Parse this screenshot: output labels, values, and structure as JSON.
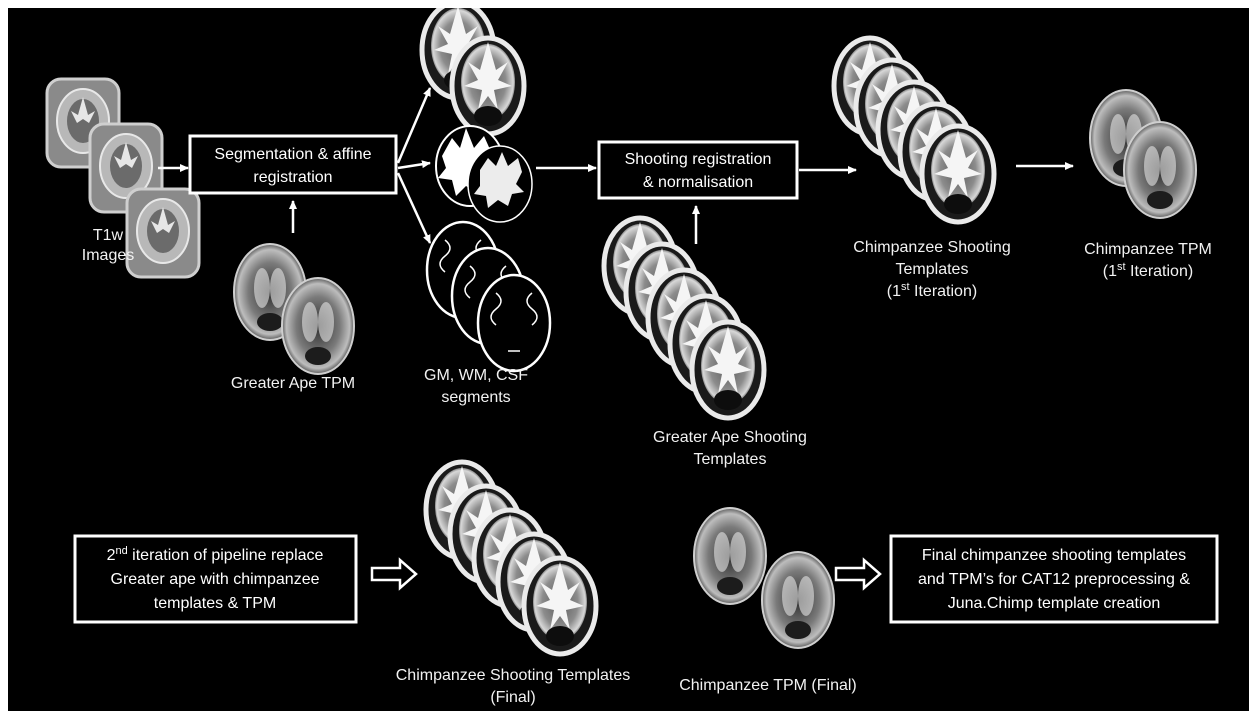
{
  "colors": {
    "background": "#000000",
    "foreground": "#ffffff",
    "image_bg": "#ffffff"
  },
  "t1w": {
    "label_line1": "T1w",
    "label_line2": "Images"
  },
  "seg_box": {
    "line1": "Segmentation & affine",
    "line2": "registration"
  },
  "greater_ape_tpm": {
    "label": "Greater Ape TPM"
  },
  "segments": {
    "label_line1": "GM, WM, CSF",
    "label_line2": "segments"
  },
  "shoot_box": {
    "line1": "Shooting registration",
    "line2": "& normalisation"
  },
  "ga_shooting": {
    "label_line1": "Greater Ape Shooting",
    "label_line2": "Templates"
  },
  "cs_templates_1": {
    "label_line1": "Chimpanzee Shooting",
    "label_line2": "Templates",
    "label_line3_pre": "(1",
    "label_line3_sup": "st",
    "label_line3_post": " Iteration)"
  },
  "c_tpm_1": {
    "label_line1": "Chimpanzee TPM",
    "label_line2_pre": "(1",
    "label_line2_sup": "st",
    "label_line2_post": " Iteration)"
  },
  "iter2_box": {
    "line1_sup": "nd",
    "line1_pre": "2",
    "line1_post": " iteration of pipeline replace",
    "line2": "Greater ape with chimpanzee",
    "line3": "templates & TPM"
  },
  "cs_templates_final": {
    "label_line1": "Chimpanzee Shooting Templates",
    "label_line2": "(Final)"
  },
  "c_tpm_final": {
    "label": "Chimpanzee TPM (Final)"
  },
  "final_box": {
    "line1": "Final chimpanzee shooting templates",
    "line2": "and TPM’s for CAT12 preprocessing &",
    "line3": "Juna.Chimp template creation"
  }
}
